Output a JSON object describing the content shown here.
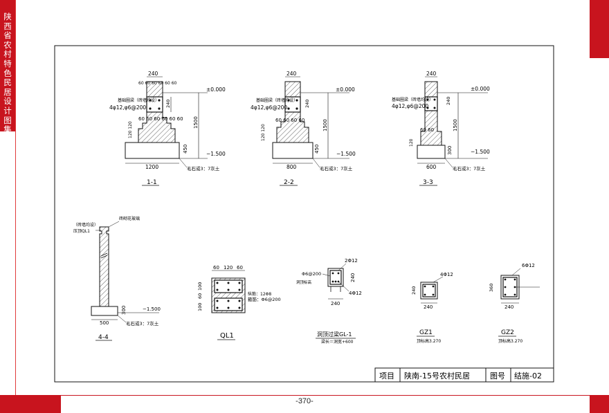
{
  "side_tab": {
    "title": "陕西省农村特色民居设计图集"
  },
  "page_number": "-370-",
  "title_block": {
    "project_label": "项目",
    "project_name": "陕南-15号农村民居",
    "drawing_no_label": "图号",
    "drawing_no": "结施-02"
  },
  "common": {
    "elev_top": "±0.000",
    "elev_bottom": "−1.500",
    "ring_beam": "基础圈梁（砖墙均设）",
    "ring_rebar": "4φ12,φ6@200",
    "mortar": "毛石或3：7灰土"
  },
  "section_1": {
    "label": "1-1",
    "top_width": "240",
    "ring_h": "240",
    "steps": "60 60 60 60 60 60",
    "wall_h": "1500",
    "step_h": "120 120",
    "base_h": "450",
    "base_width": "1200"
  },
  "section_2": {
    "label": "2-2",
    "top_width": "240",
    "ring_h": "240",
    "steps": "60 60 60 60",
    "wall_h": "1500",
    "step_h": "120 120",
    "base_h": "450",
    "base_width": "800"
  },
  "section_3": {
    "label": "3-3",
    "top_width": "240",
    "ring_h": "240",
    "steps": "60 60",
    "wall_h": "1500",
    "step_h": "120",
    "base_h": "300",
    "base_width": "600"
  },
  "section_4": {
    "label": "4-4",
    "ring_note": "（砖墙均设）",
    "ring_name": "压顶QL1",
    "roof_note": "砖砌花玻璃",
    "base_h": "300",
    "base_width": "500"
  },
  "ql1": {
    "label": "QL1",
    "dims_top": [
      "60",
      "120",
      "60"
    ],
    "dims_side": [
      "100",
      "60",
      "100"
    ],
    "rebar_main": "纵筋：12Φ8",
    "rebar_stirrup": "箍筋：Φ6@200"
  },
  "gl1": {
    "label": "洞顶过梁GL-1",
    "note": "梁长＝洞宽+600",
    "top_rebar": "2Φ12",
    "stirrup": "Φ6@200",
    "lintel_note": "洞顶标高",
    "height": "240",
    "width": "240",
    "bottom_rebar": "4Φ12"
  },
  "gz1": {
    "label": "GZ1",
    "elev": "顶标高3.270",
    "rebar": "4Φ12",
    "width": "240",
    "height": "240"
  },
  "gz2": {
    "label": "GZ2",
    "elev": "顶标高3.270",
    "rebar": "6Φ12",
    "width": "240",
    "height": "360"
  }
}
